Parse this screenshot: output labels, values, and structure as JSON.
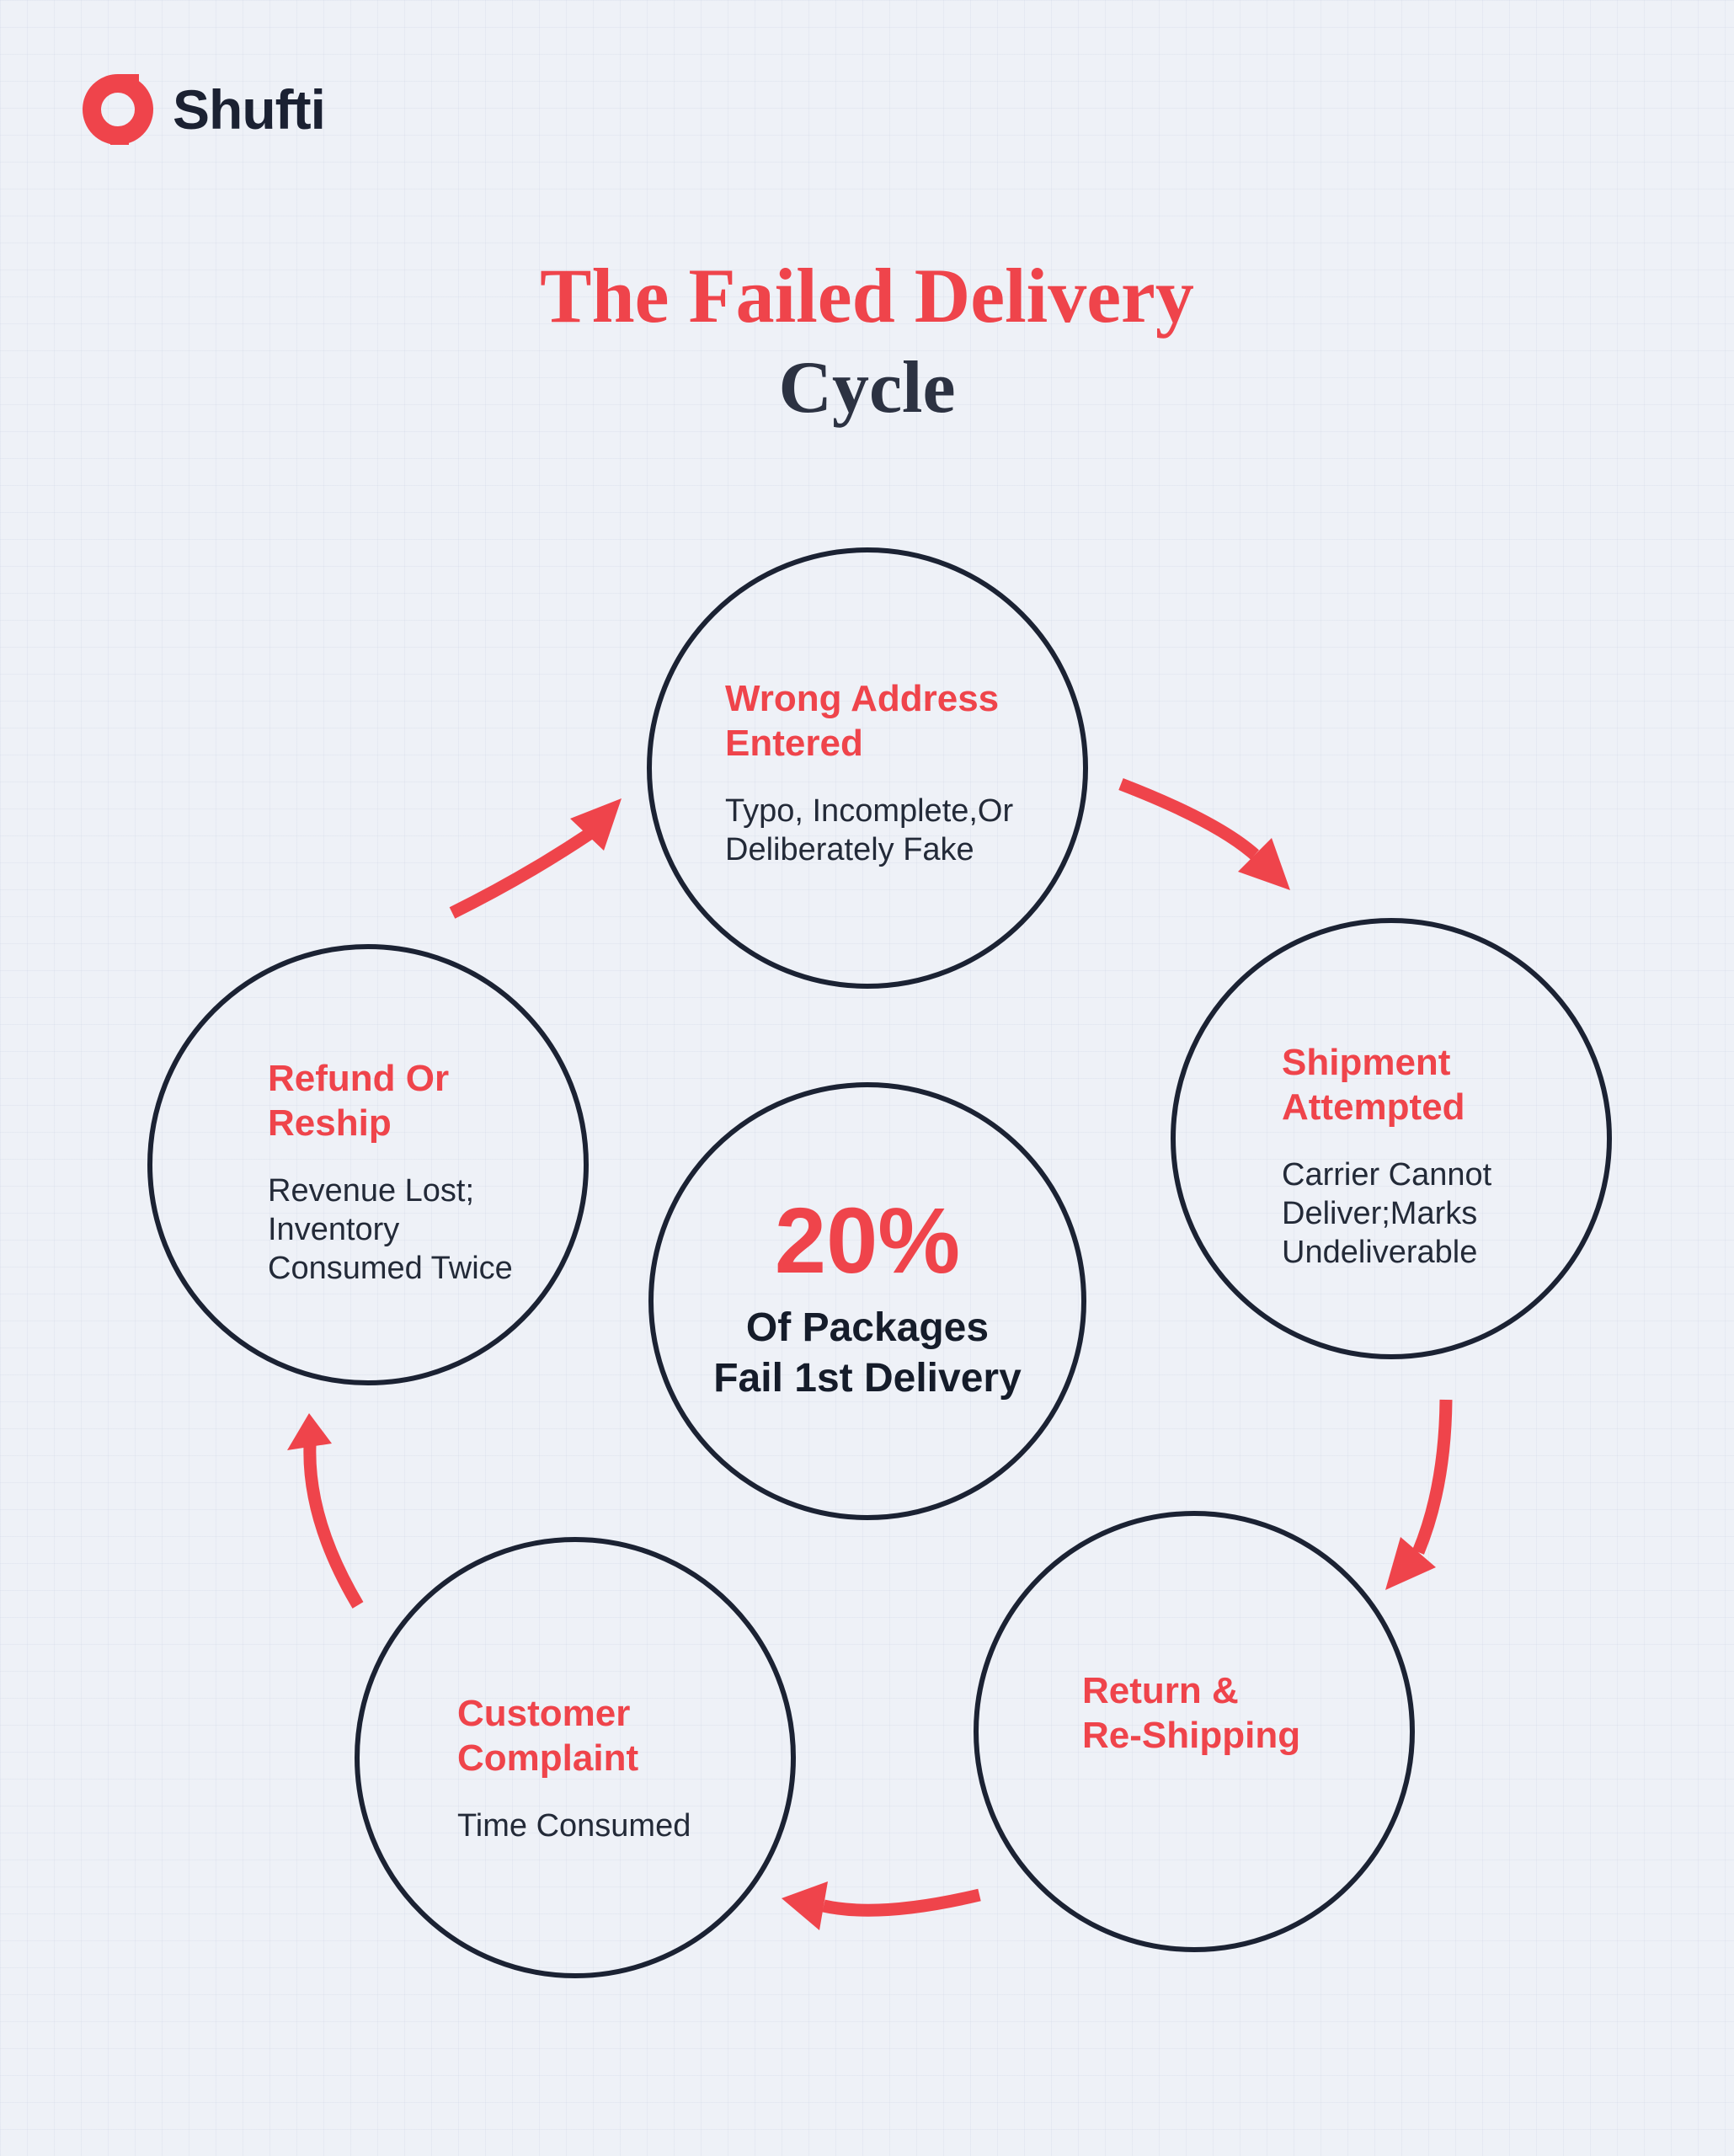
{
  "page": {
    "background_color": "#EEF1F7",
    "accent_red": "#EF444B",
    "ink_navy": "#1B2233"
  },
  "logo": {
    "brand_name": "Shufti"
  },
  "title": {
    "line1": "The Failed Delivery",
    "line2": "Cycle"
  },
  "center_stat": {
    "value": "20%",
    "caption": "Of Packages\nFail 1st Delivery"
  },
  "nodes": [
    {
      "id": "wrong-address",
      "heading": "Wrong Address\nEntered",
      "body": "Typo, Incomplete,Or\nDeliberately Fake"
    },
    {
      "id": "shipment-attempted",
      "heading": "Shipment\nAttempted",
      "body": "Carrier Cannot\nDeliver;Marks\nUndeliverable"
    },
    {
      "id": "return-reshipping",
      "heading": "Return &\nRe-Shipping",
      "body": ""
    },
    {
      "id": "customer-complaint",
      "heading": "Customer\nComplaint",
      "body": "Time Consumed"
    },
    {
      "id": "refund-reship",
      "heading": "Refund Or\nReship",
      "body": "Revenue Lost;\nInventory\nConsumed Twice"
    }
  ]
}
